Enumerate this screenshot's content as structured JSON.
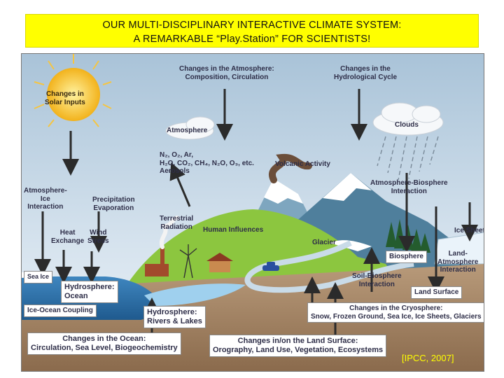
{
  "title": {
    "line1": "OUR MULTI-DISCIPLINARY INTERACTIVE CLIMATE SYSTEM:",
    "line2": "A REMARKABLE “Play.Station” FOR SCIENTISTS!"
  },
  "diagram": {
    "sun": {
      "line1": "Changes in",
      "line2": "Solar Inputs"
    },
    "atm_changes": {
      "line1": "Changes in the Atmosphere:",
      "line2": "Composition, Circulation"
    },
    "hydro_changes": {
      "line1": "Changes in the",
      "line2": "Hydrological Cycle"
    },
    "atmosphere": "Atmosphere",
    "clouds": "Clouds",
    "gases": {
      "line1": "N₂, O₂, Ar,",
      "line2": "H₂O, CO₂, CH₄, N₂O, O₃, etc.",
      "line3": "Aerosols"
    },
    "volcanic": "Volcanic Activity",
    "atm_bio": {
      "line1": "Atmosphere-Biosphere",
      "line2": "Interaction"
    },
    "atm_ice": {
      "line1": "Atmosphere-",
      "line2": "Ice",
      "line3": "Interaction"
    },
    "precip": {
      "line1": "Precipitation",
      "line2": "Evaporation"
    },
    "terrestrial": {
      "line1": "Terrestrial",
      "line2": "Radiation"
    },
    "human": "Human Influences",
    "heat": {
      "line1": "Heat",
      "line2": "Exchange"
    },
    "wind": {
      "line1": "Wind",
      "line2": "Stress"
    },
    "glacier": "Glacier",
    "ice_sheet": "Ice Sheet",
    "land_atm": {
      "line1": "Land-",
      "line2": "Atmosphere",
      "line3": "Interaction"
    },
    "biosphere": "Biosphere",
    "sea_ice": "Sea Ice",
    "hydro_ocean": {
      "line1": "Hydrosphere:",
      "line2": "Ocean"
    },
    "soil_bio": {
      "line1": "Soil-Biosphere",
      "line2": "Interaction"
    },
    "land_surface": "Land Surface",
    "ice_ocean": "Ice-Ocean Coupling",
    "hydro_rivers": {
      "line1": "Hydrosphere:",
      "line2": "Rivers & Lakes"
    },
    "cryo": {
      "line1": "Changes in the Cryosphere:",
      "line2": "Snow, Frozen Ground, Sea Ice, Ice Sheets, Glaciers"
    },
    "ocean_changes": {
      "line1": "Changes in the Ocean:",
      "line2": "Circulation, Sea Level, Biogeochemistry"
    },
    "land_changes": {
      "line1": "Changes in/on the Land Surface:",
      "line2": "Orography, Land Use, Vegetation, Ecosystems"
    }
  },
  "credit": "[IPCC, 2007]",
  "colors": {
    "banner": "#ffff00",
    "sky": "#c9dcea",
    "ocean": "#2a6fa8",
    "land": "#9b7b5c",
    "grass": "#8cc63f",
    "credit": "#ffff00"
  }
}
